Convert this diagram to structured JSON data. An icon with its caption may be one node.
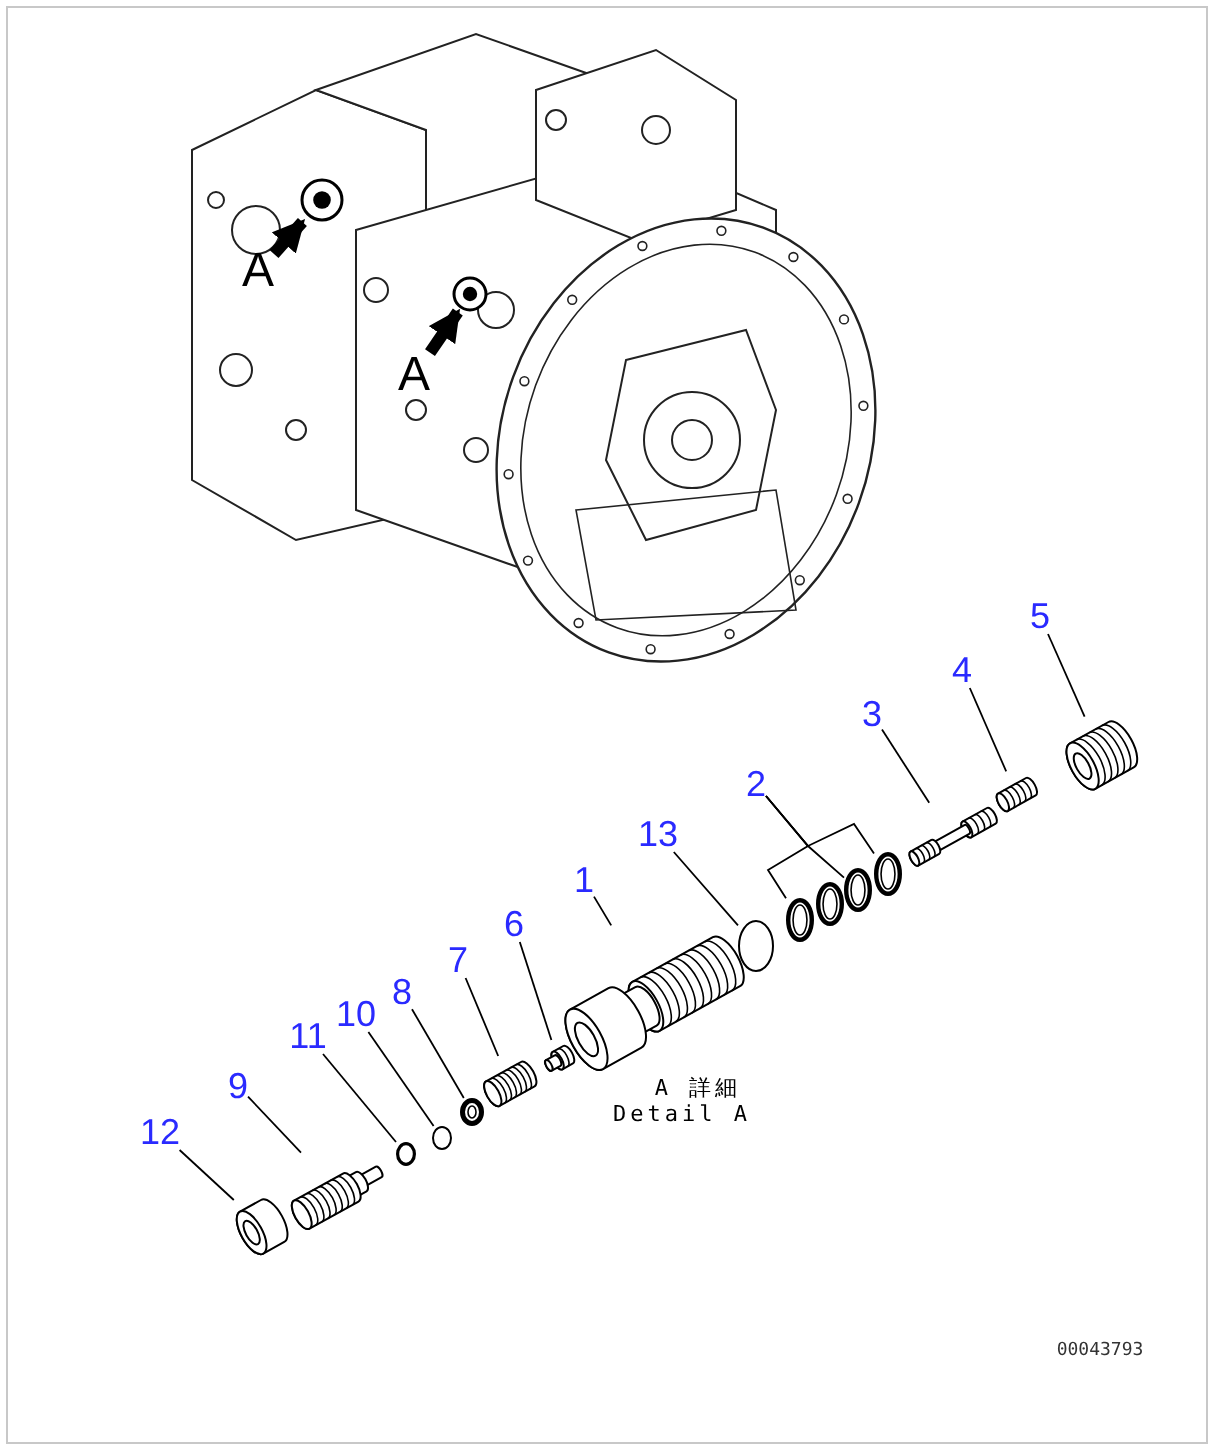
{
  "diagram": {
    "nodes": [
      {
        "text": [],
        "shape": "picture"
      },
      {
        "text": [],
        "shape": "picture",
        "in": 0
      },
      {
        "text": [],
        "shape": "picture",
        "in": 0
      },
      {
        "text": [
          "A"
        ],
        "in": 0
      },
      {
        "text": [
          "A"
        ],
        "in": 0
      },
      {
        "text": [
          "1"
        ]
      },
      {
        "text": [
          "2"
        ]
      },
      {
        "text": [
          "3"
        ]
      },
      {
        "text": [
          "4"
        ]
      },
      {
        "text": [
          "5"
        ]
      },
      {
        "text": [
          "13"
        ]
      },
      {
        "text": [
          "6"
        ]
      },
      {
        "text": [
          "7"
        ]
      },
      {
        "text": [
          "8"
        ]
      },
      {
        "text": [
          "10"
        ]
      },
      {
        "text": [
          "11"
        ]
      },
      {
        "text": [
          "9"
        ]
      },
      {
        "text": [
          "12"
        ]
      },
      {
        "text": [],
        "shape": "picture"
      },
      {
        "text": [],
        "shape": "circle"
      },
      {
        "text": [],
        "shape": "circle"
      },
      {
        "text": [],
        "shape": "circle"
      },
      {
        "text": [],
        "shape": "circle"
      },
      {
        "text": [],
        "shape": "picture"
      },
      {
        "text": [],
        "shape": "picture"
      },
      {
        "text": [],
        "shape": "picture"
      },
      {
        "text": [],
        "shape": "circle"
      },
      {
        "text": [],
        "shape": "picture"
      },
      {
        "text": [],
        "shape": "picture"
      },
      {
        "text": [],
        "shape": "circle"
      },
      {
        "text": [],
        "shape": "circle"
      },
      {
        "text": [],
        "shape": "circle"
      },
      {
        "text": [],
        "shape": "picture"
      },
      {
        "text": [],
        "shape": "picture"
      }
    ],
    "edges": [
      {
        "from": 3,
        "to": 1,
        "arrow": "to",
        "style": "thick"
      },
      {
        "from": 4,
        "to": 2,
        "arrow": "to",
        "style": "thick"
      },
      {
        "from": 5,
        "to": 18,
        "arrow": "none"
      },
      {
        "from": 6,
        "to": 19,
        "arrow": "none"
      },
      {
        "from": 6,
        "to": 21,
        "arrow": "none"
      },
      {
        "from": 6,
        "to": 22,
        "arrow": "none"
      },
      {
        "from": 7,
        "to": 23,
        "arrow": "none"
      },
      {
        "from": 8,
        "to": 24,
        "arrow": "none"
      },
      {
        "from": 9,
        "to": 25,
        "arrow": "none"
      },
      {
        "from": 10,
        "to": 26,
        "arrow": "none"
      },
      {
        "from": 11,
        "to": 27,
        "arrow": "none"
      },
      {
        "from": 12,
        "to": 28,
        "arrow": "none"
      },
      {
        "from": 13,
        "to": 29,
        "arrow": "none"
      },
      {
        "from": 14,
        "to": 30,
        "arrow": "none"
      },
      {
        "from": 15,
        "to": 31,
        "arrow": "none"
      },
      {
        "from": 16,
        "to": 32,
        "arrow": "none"
      },
      {
        "from": 17,
        "to": 33,
        "arrow": "none"
      }
    ],
    "labels": [
      "A 詳細",
      "Detail A",
      "00043793"
    ]
  }
}
